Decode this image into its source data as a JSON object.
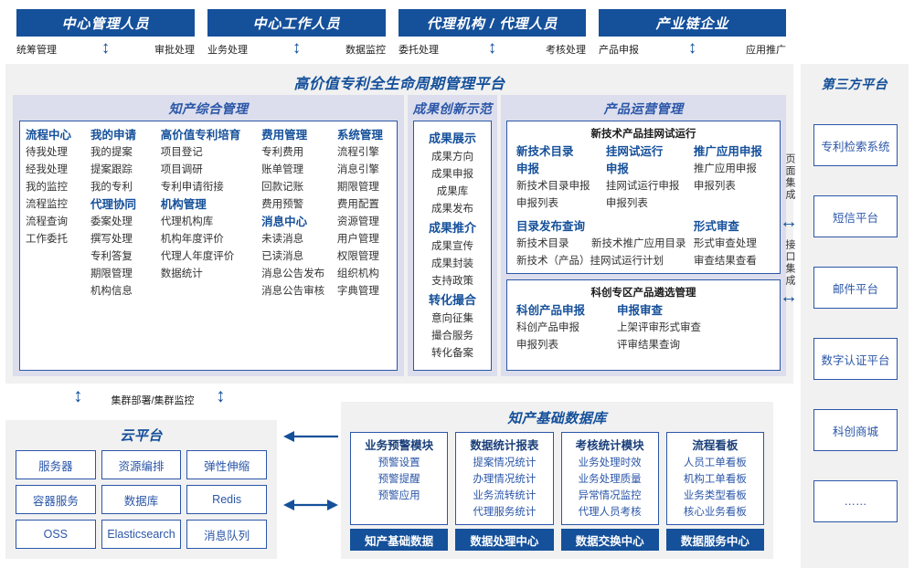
{
  "actors": [
    {
      "title": "中心管理人员",
      "left_action": "统筹管理",
      "right_action": "审批处理",
      "arrow": "up-down-arrow"
    },
    {
      "title": "中心工作人员",
      "left_action": "业务处理",
      "right_action": "数据监控",
      "arrow": "up-down-arrow"
    },
    {
      "title": "代理机构 / 代理人员",
      "left_action": "委托处理",
      "right_action": "考核处理",
      "arrow": "up-down-arrow"
    },
    {
      "title": "产业链企业",
      "left_action": "产品申报",
      "right_action": "应用推广",
      "arrow": "up-down-arrow"
    }
  ],
  "platform": {
    "title": "高价值专利全生命周期管理平台",
    "groups": {
      "ip_management": {
        "title": "知产综合管理",
        "columns": [
          {
            "blocks": [
              {
                "header": "流程中心",
                "items": [
                  "待我处理",
                  "经我处理",
                  "我的监控",
                  "流程监控",
                  "流程查询",
                  "工作委托"
                ]
              }
            ]
          },
          {
            "blocks": [
              {
                "header": "我的申请",
                "items": [
                  "我的提案",
                  "提案跟踪",
                  "我的专利"
                ]
              },
              {
                "header": "代理协同",
                "items": [
                  "委案处理",
                  "撰写处理",
                  "专利答复",
                  "期限管理",
                  "机构信息"
                ]
              }
            ]
          },
          {
            "blocks": [
              {
                "header": "高价值专利培育",
                "items": [
                  "项目登记",
                  "项目调研",
                  "专利申请衔接"
                ]
              },
              {
                "header": "机构管理",
                "items": [
                  "代理机构库",
                  "机构年度评价",
                  "代理人年度评价",
                  "数据统计"
                ]
              }
            ]
          },
          {
            "blocks": [
              {
                "header": "费用管理",
                "items": [
                  "专利费用",
                  "账单管理",
                  "回款记账",
                  "费用预警"
                ]
              },
              {
                "header": "消息中心",
                "items": [
                  "未读消息",
                  "已读消息",
                  "消息公告发布",
                  "消息公告审核"
                ]
              }
            ]
          },
          {
            "blocks": [
              {
                "header": "系统管理",
                "items": [
                  "流程引擎",
                  "消息引擎",
                  "期限管理",
                  "费用配置",
                  "资源管理",
                  "用户管理",
                  "权限管理",
                  "组织机构",
                  "字典管理"
                ]
              }
            ]
          }
        ]
      },
      "achievement": {
        "title": "成果创新示范",
        "blocks": [
          {
            "header": "成果展示",
            "items": [
              "成果方向",
              "成果申报",
              "成果库",
              "成果发布"
            ]
          },
          {
            "header": "成果推介",
            "items": [
              "成果宣传",
              "成果封装",
              "支持政策"
            ]
          },
          {
            "header": "转化撮合",
            "items": [
              "意向征集",
              "撮合服务",
              "转化备案"
            ]
          }
        ]
      },
      "product_ops": {
        "title": "产品运营管理",
        "box1": {
          "subtitle": "新技术产品挂网试运行",
          "columns": [
            {
              "header": "新技术目录申报",
              "items": [
                "新技术目录申报",
                "申报列表"
              ]
            },
            {
              "header": "挂网试运行申报",
              "items": [
                "挂网试运行申报",
                "申报列表"
              ]
            },
            {
              "header": "推广应用申报",
              "items": [
                "推广应用申报",
                "申报列表"
              ]
            }
          ],
          "row2": {
            "left_header": "目录发布查询",
            "right_header": "形式审查",
            "left_items": [
              "新技术目录",
              "新技术推广应用目录",
              "新技术（产品）挂网试运行计划"
            ],
            "right_items": [
              "形式审查处理",
              "审查结果查看"
            ]
          }
        },
        "box2": {
          "subtitle": "科创专区产品遴选管理",
          "columns": [
            {
              "header": "科创产品申报",
              "items": [
                "科创产品申报",
                "申报列表"
              ]
            },
            {
              "header": "申报审查",
              "items": [
                "上架评审形式审查",
                "评审结果查询"
              ]
            }
          ]
        }
      }
    },
    "integration": [
      {
        "label": "页面集成",
        "arrow": "left-right-arrow"
      },
      {
        "label": "接口集成",
        "arrow": "left-right-arrow"
      }
    ]
  },
  "third_party": {
    "title": "第三方平台",
    "items": [
      "专利检索系统",
      "短信平台",
      "邮件平台",
      "数字认证平台",
      "科创商城",
      "……"
    ]
  },
  "cloud": {
    "title": "云平台",
    "cluster_label": "集群部署/集群监控",
    "items": [
      "服务器",
      "资源编排",
      "弹性伸缩",
      "容器服务",
      "数据库",
      "Redis",
      "OSS",
      "Elasticsearch",
      "消息队列"
    ]
  },
  "knowledge_base": {
    "title": "知产基础数据库",
    "columns": [
      {
        "header": "业务预警模块",
        "items": [
          "预警设置",
          "预警提醒",
          "预警应用"
        ],
        "footer": "知产基础数据"
      },
      {
        "header": "数据统计报表",
        "items": [
          "提案情况统计",
          "办理情况统计",
          "业务流转统计",
          "代理服务统计"
        ],
        "footer": "数据处理中心"
      },
      {
        "header": "考核统计模块",
        "items": [
          "业务处理时效",
          "业务处理质量",
          "异常情况监控",
          "代理人员考核"
        ],
        "footer": "数据交换中心"
      },
      {
        "header": "流程看板",
        "items": [
          "人员工单看板",
          "机构工单看板",
          "业务类型看板",
          "核心业务看板"
        ],
        "footer": "数据服务中心"
      }
    ]
  },
  "colors": {
    "brand_blue": "#15509a",
    "accent_blue": "#2b56a8",
    "panel_gray": "#f1f1f1",
    "group_lavender": "#dcdeed"
  }
}
